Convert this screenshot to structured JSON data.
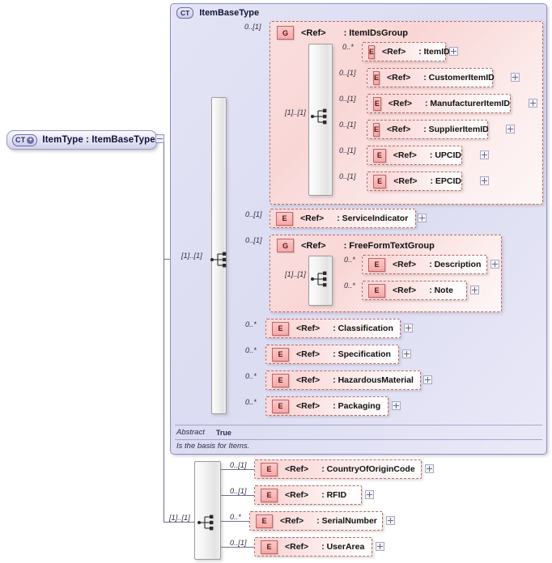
{
  "diagram": {
    "type": "xsd-schema-diagram",
    "root": {
      "badge": "CT",
      "badge_icon": "complextype-plus-icon",
      "label": "ItemType  :  ItemBaseType",
      "expander": "minus"
    },
    "complex_type": {
      "badge": "CT",
      "title": "ItemBaseType",
      "abstract_key": "Abstract",
      "abstract_value": "True",
      "documentation": "Is the basis for Items.",
      "sequence_cardinality": "[1]..[1]"
    },
    "groups": [
      {
        "id": "itemidsgroup",
        "badge": "G",
        "ref": "<Ref>",
        "name": ": ItemIDsGroup",
        "cardinality": "0..[1]",
        "sequence_cardinality": "[1]..[1]",
        "children": [
          {
            "badge": "E",
            "ref": "<Ref>",
            "name": ": ItemID",
            "cardinality": "0..*",
            "expander": "plus"
          },
          {
            "badge": "E",
            "ref": "<Ref>",
            "name": ": CustomerItemID",
            "cardinality": "0..[1]",
            "expander": "plus"
          },
          {
            "badge": "E",
            "ref": "<Ref>",
            "name": ": ManufacturerItemID",
            "cardinality": "0..[1]",
            "expander": "plus"
          },
          {
            "badge": "E",
            "ref": "<Ref>",
            "name": ": SupplierItemID",
            "cardinality": "0..[1]",
            "expander": "plus"
          },
          {
            "badge": "E",
            "ref": "<Ref>",
            "name": ": UPCID",
            "cardinality": "0..[1]",
            "expander": "plus"
          },
          {
            "badge": "E",
            "ref": "<Ref>",
            "name": ": EPCID",
            "cardinality": "0..[1]",
            "expander": "plus"
          }
        ]
      },
      {
        "id": "freeformtextgroup",
        "badge": "G",
        "ref": "<Ref>",
        "name": ": FreeFormTextGroup",
        "cardinality": "0..[1]",
        "sequence_cardinality": "[1]..[1]",
        "children": [
          {
            "badge": "E",
            "ref": "<Ref>",
            "name": ": Description",
            "cardinality": "0..*",
            "expander": "plus"
          },
          {
            "badge": "E",
            "ref": "<Ref>",
            "name": ": Note",
            "cardinality": "0..*",
            "expander": "plus"
          }
        ]
      }
    ],
    "type_elements": [
      {
        "badge": "E",
        "ref": "<Ref>",
        "name": ": ServiceIndicator",
        "cardinality": "0..[1]",
        "expander": "plus"
      },
      {
        "badge": "E",
        "ref": "<Ref>",
        "name": ": Classification",
        "cardinality": "0..*",
        "expander": "plus"
      },
      {
        "badge": "E",
        "ref": "<Ref>",
        "name": ": Specification",
        "cardinality": "0..*",
        "expander": "plus"
      },
      {
        "badge": "E",
        "ref": "<Ref>",
        "name": ": HazardousMaterial",
        "cardinality": "0..*",
        "expander": "plus"
      },
      {
        "badge": "E",
        "ref": "<Ref>",
        "name": ": Packaging",
        "cardinality": "0..*",
        "expander": "plus"
      }
    ],
    "bottom_sequence": {
      "cardinality": "[1]..[1]",
      "children": [
        {
          "badge": "E",
          "ref": "<Ref>",
          "name": ": CountryOfOriginCode",
          "cardinality": "0..[1]",
          "expander": "plus"
        },
        {
          "badge": "E",
          "ref": "<Ref>",
          "name": ": RFID",
          "cardinality": "0..[1]",
          "expander": "plus"
        },
        {
          "badge": "E",
          "ref": "<Ref>",
          "name": ": SerialNumber",
          "cardinality": "0..*",
          "expander": "plus"
        },
        {
          "badge": "E",
          "ref": "<Ref>",
          "name": ": UserArea",
          "cardinality": "0..[1]",
          "expander": "plus"
        }
      ]
    },
    "colors": {
      "element_border": "#b06a6a",
      "element_fill": "#fbd9d9",
      "type_panel_border": "#8f8fbe",
      "type_panel_fill": "#e4e4f6",
      "connector": "#6f6f8f"
    }
  }
}
